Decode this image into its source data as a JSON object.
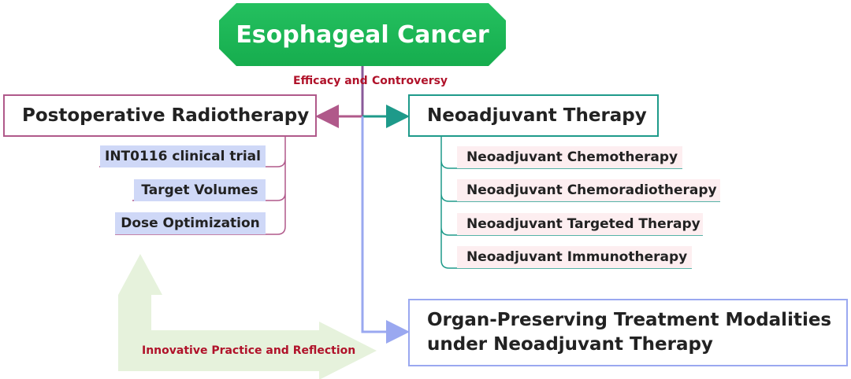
{
  "root": {
    "label": "Esophageal Cancer"
  },
  "edge_labels": {
    "left": "Efficacy and",
    "right": "Controversy"
  },
  "postoperative": {
    "title": "Postoperative Radiotherapy",
    "items": [
      "INT0116 clinical trial",
      "Target Volumes",
      "Dose Optimization"
    ]
  },
  "neoadjuvant": {
    "title": "Neoadjuvant Therapy",
    "items": [
      "Neoadjuvant Chemotherapy",
      "Neoadjuvant Chemoradiotherapy",
      "Neoadjuvant Targeted Therapy",
      "Neoadjuvant Immunotherapy"
    ]
  },
  "organ_preserving": {
    "line1": "Organ-Preserving Treatment Modalities",
    "line2": "under Neoadjuvant Therapy"
  },
  "reflection_label": "Innovative Practice and Reflection",
  "colors": {
    "root": "#1db954",
    "postoperative": "#b0598a",
    "neoadjuvant": "#1e9a8a",
    "organ_preserving": "#9aa8f0",
    "label_red": "#b0122a",
    "leaf_blue_bg": "#cfd8f7",
    "leaf_pink_bg": "#fdeef0",
    "reflection_arrow": "#e6f2dc"
  }
}
